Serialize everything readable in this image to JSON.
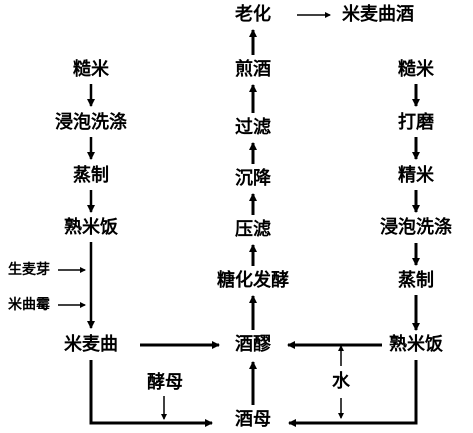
{
  "diagram": {
    "left_column": [
      "糙米",
      "浸泡洗涤",
      "蒸制",
      "熟米饭"
    ],
    "side_inputs": [
      "生麦芽",
      "米曲霉"
    ],
    "koji": "米麦曲",
    "center_column": [
      "老化",
      "煎酒",
      "过滤",
      "沉降",
      "压滤",
      "糖化发酵",
      "酒醪",
      "酒母"
    ],
    "product": "米麦曲酒",
    "right_column": [
      "糙米",
      "打磨",
      "精米",
      "浸泡洗涤",
      "蒸制",
      "熟米饭"
    ],
    "yeast_label": "酵母",
    "water_label": "水"
  }
}
